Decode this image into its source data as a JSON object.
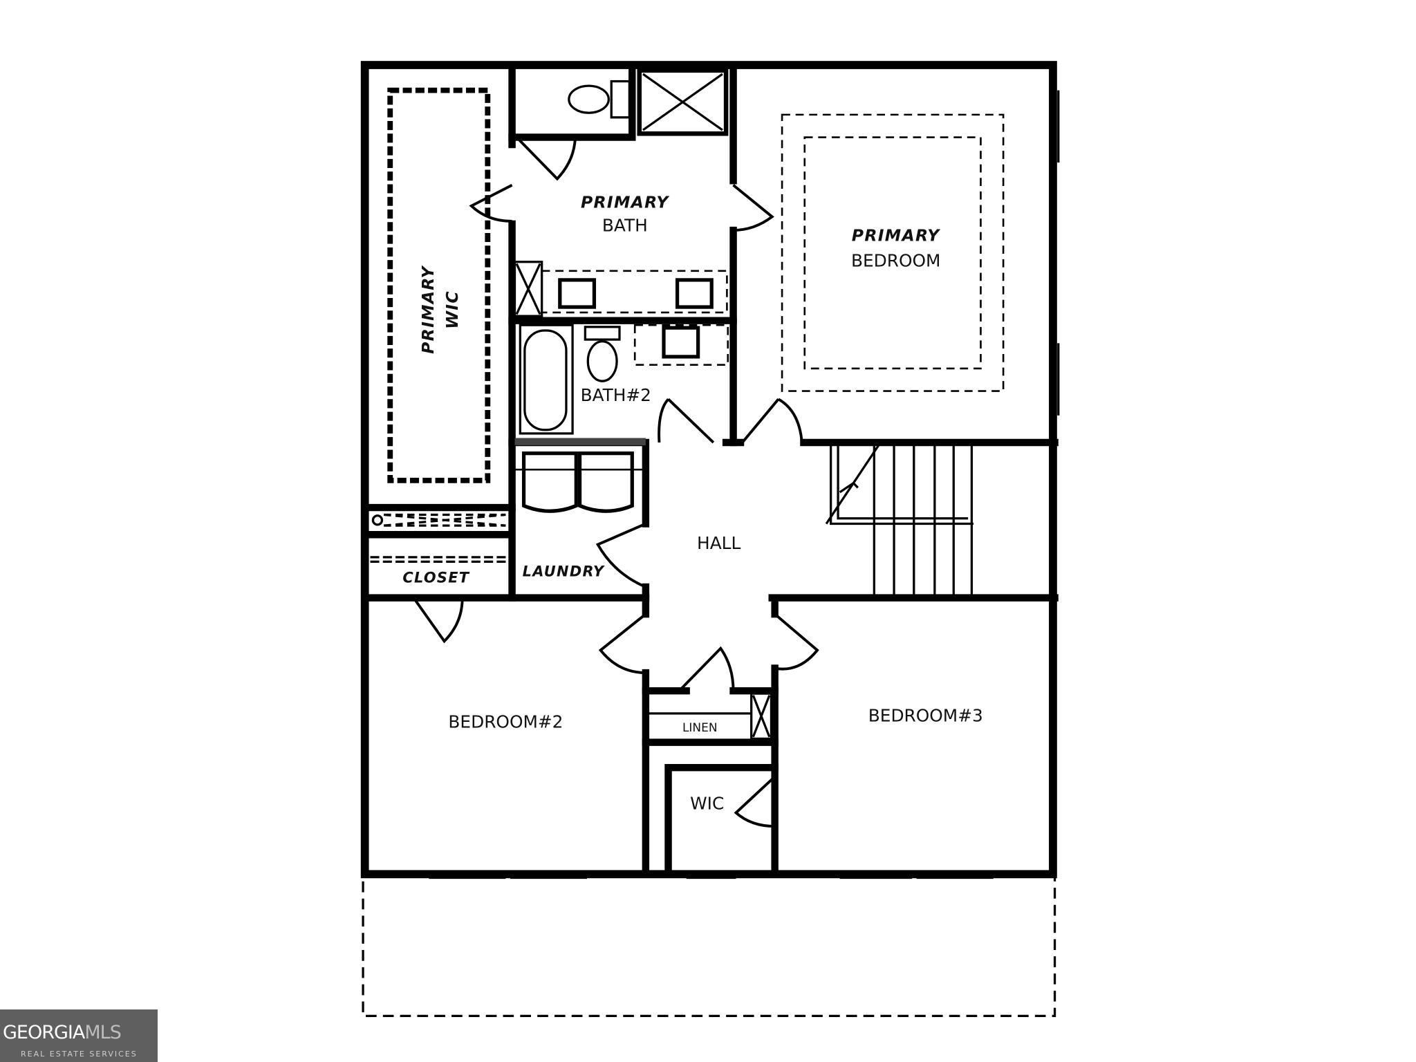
{
  "rooms": {
    "primary_bath": [
      "PRIMARY",
      "BATH"
    ],
    "primary_bedroom": [
      "PRIMARY",
      "BEDROOM"
    ],
    "primary_wic": [
      "PRIMARY",
      "WIC"
    ],
    "bath2": "BATH#2",
    "hall": "HALL",
    "laundry": "LAUNDRY",
    "closet": "CLOSET",
    "linen": "LINEN",
    "wic": "WIC",
    "bedroom2": "BEDROOM#2",
    "bedroom3": "BEDROOM#3"
  },
  "logo": {
    "main_a": "GEORGIA",
    "main_b": "MLS",
    "sub": "REAL ESTATE SERVICES"
  }
}
